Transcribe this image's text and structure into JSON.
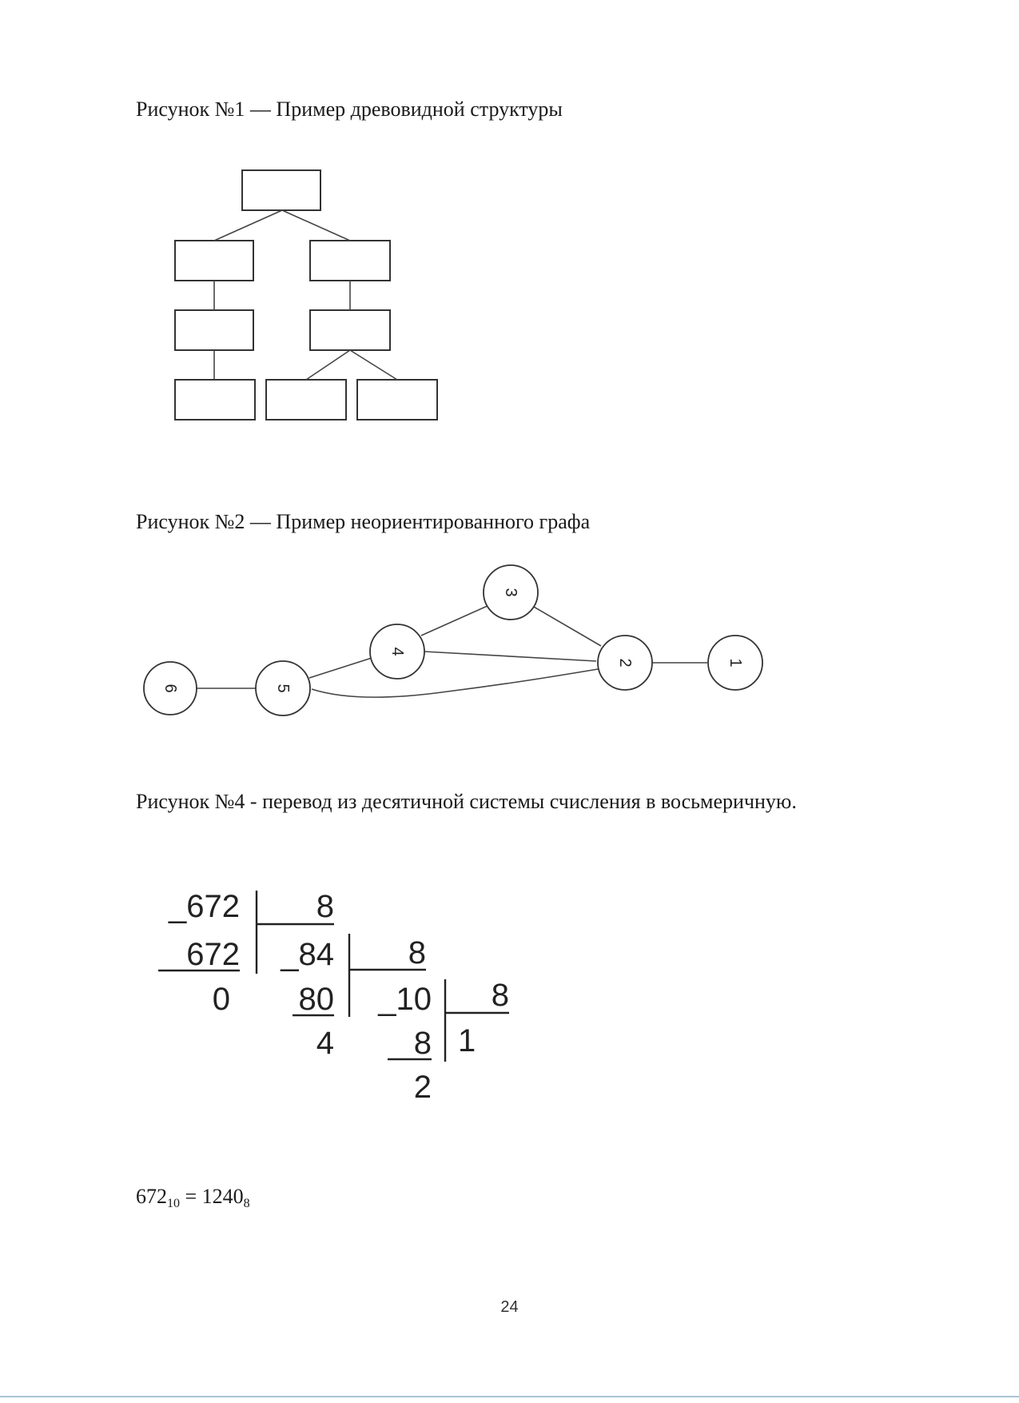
{
  "figure1": {
    "caption": "Рисунок №1 — Пример древовидной структуры"
  },
  "figure2": {
    "caption": "Рисунок №2 — Пример неориентированного графа",
    "nodes": [
      "1",
      "2",
      "3",
      "4",
      "5",
      "6"
    ]
  },
  "figure4": {
    "caption": "Рисунок №4 - перевод из десятичной системы счисления в восьмеричную.",
    "division": {
      "step1": {
        "dividend": "_672",
        "divisor": "8",
        "subtrahend": "672",
        "remainder": "0"
      },
      "step2": {
        "dividend": "_84",
        "divisor": "8",
        "subtrahend": "80",
        "remainder": "4"
      },
      "step3": {
        "dividend": "_10",
        "divisor": "8",
        "subtrahend": "8",
        "remainder": "2",
        "quotient": "1"
      }
    }
  },
  "result": {
    "lhs": "672",
    "lhs_base": "10",
    "equals": "=",
    "rhs": "1240",
    "rhs_base": "8"
  },
  "page_number": "24"
}
